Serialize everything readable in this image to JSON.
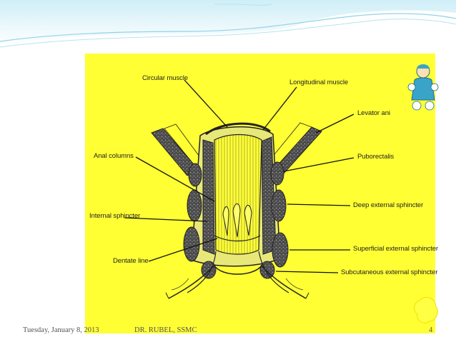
{
  "slide": {
    "footer_date": "Tuesday, January 8, 2013",
    "footer_author": "DR. RUBEL, SSMC",
    "page_number": "4"
  },
  "diagram": {
    "labels": {
      "circular_muscle": "Circular muscle",
      "longitudinal_muscle": "Longitudinal muscle",
      "levator_ani": "Levator ani",
      "anal_columns": "Anal columns",
      "puborectalis": "Puborectalis",
      "deep_external_sphincter": "Deep external sphincter",
      "internal_sphincter": "Internal sphincter",
      "superficial_external_sphincter": "Superficial external sphincter",
      "dentate_line": "Dentate line",
      "subcutaneous_external_sphincter": "Subcutaneous external sphincter"
    }
  },
  "colors": {
    "panel_background": "#ffff33",
    "slide_background": "#ffffff",
    "header_wave": "#7fcfe6",
    "figure_icon": "#3aa4c8"
  }
}
